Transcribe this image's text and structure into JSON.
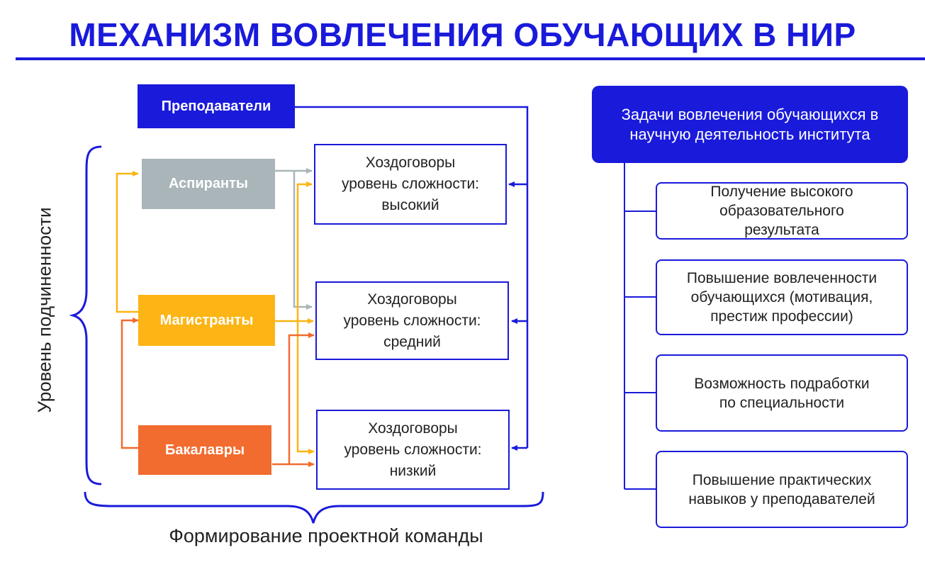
{
  "title": "МЕХАНИЗМ ВОВЛЕЧЕНИЯ ОБУЧАЮЩИХ В НИР",
  "roles": {
    "teachers": "Преподаватели",
    "aspirants": "Аспиранты",
    "masters": "Магистранты",
    "bachelors": "Бакалавры"
  },
  "contracts": {
    "high": "Хоздоговоры\nуровень сложности:\nвысокий",
    "medium": "Хоздоговоры\nуровень сложности:\nсредний",
    "low": "Хоздоговоры\nуровень сложности:\nнизкий"
  },
  "axis_labels": {
    "vertical": "Уровень подчиненности",
    "horizontal": "Формирование проектной команды"
  },
  "tasks": {
    "header": "Задачи вовлечения обучающихся в\nнаучную деятельность института",
    "items": [
      "Получение высокого\nобразовательного\nрезультата",
      "Повышение вовлеченности\nобучающихся  (мотивация,\nпрестиж профессии)",
      "Возможность подработки\nпо специальности",
      "Повышение практических\nнавыков у преподавателей"
    ]
  },
  "colors": {
    "blue": "#1a1adb",
    "gray": "#a9b5b9",
    "yellow": "#fcb515",
    "orange": "#f26b2f"
  }
}
